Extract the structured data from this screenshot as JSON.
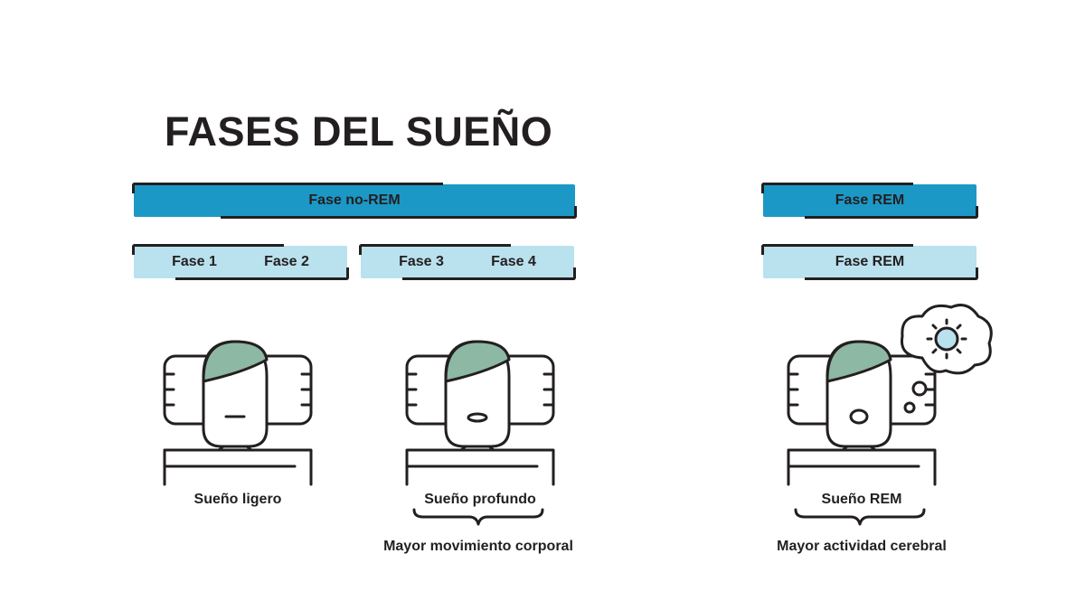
{
  "title": "FASES DEL SUEÑO",
  "colors": {
    "dark_blue": "#1c98c6",
    "light_blue": "#b9e1ee",
    "hair_green": "#8db8a3",
    "outline": "#231f20"
  },
  "bars": {
    "non_rem": "Fase no-REM",
    "rem_top": "Fase REM",
    "phase1": "Fase 1",
    "phase2": "Fase 2",
    "phase3": "Fase 3",
    "phase4": "Fase 4",
    "rem_bottom": "Fase REM"
  },
  "figures": {
    "light": {
      "caption": "Sueño ligero",
      "icon": "sleeping-person-icon"
    },
    "deep": {
      "caption": "Sueño profundo",
      "icon": "sleeping-person-icon"
    },
    "rem": {
      "caption": "Sueño REM",
      "icon": "dreaming-person-icon"
    }
  },
  "notes": {
    "deep": "Mayor movimiento corporal",
    "rem": "Mayor actividad cerebral"
  }
}
